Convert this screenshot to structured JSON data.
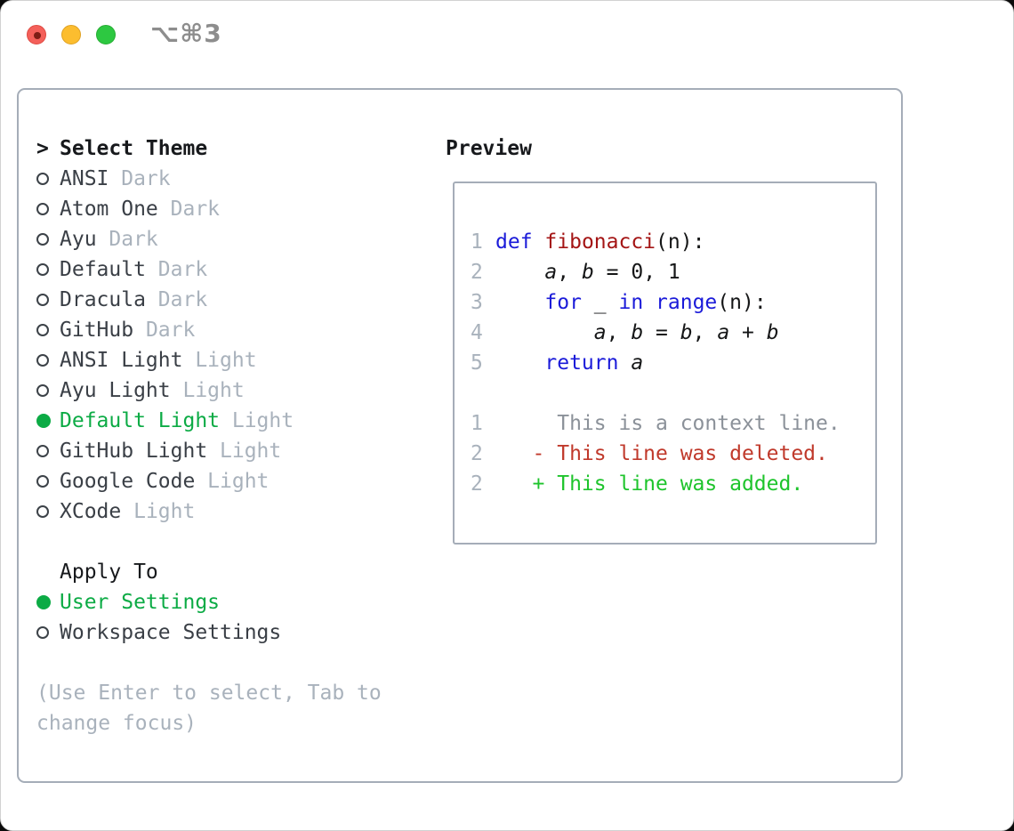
{
  "window": {
    "shortcut_label": "⌥⌘3"
  },
  "theme": {
    "caret": ">",
    "title": "Select Theme",
    "items": [
      {
        "name": "ANSI",
        "variant": "Dark"
      },
      {
        "name": "Atom One",
        "variant": "Dark"
      },
      {
        "name": "Ayu",
        "variant": "Dark"
      },
      {
        "name": "Default",
        "variant": "Dark"
      },
      {
        "name": "Dracula",
        "variant": "Dark"
      },
      {
        "name": "GitHub",
        "variant": "Dark"
      },
      {
        "name": "ANSI Light",
        "variant": "Light"
      },
      {
        "name": "Ayu Light",
        "variant": "Light"
      },
      {
        "name": "Default Light",
        "variant": "Light",
        "cls": "sel",
        "dot": "filled"
      },
      {
        "name": "GitHub Light",
        "variant": "Light"
      },
      {
        "name": "Google Code",
        "variant": "Light"
      },
      {
        "name": "XCode",
        "variant": "Light"
      }
    ]
  },
  "apply_to": {
    "title": "Apply To",
    "items": [
      {
        "label": "User Settings",
        "cls": "sel",
        "dot": "filled"
      },
      {
        "label": "Workspace Settings"
      }
    ]
  },
  "footer": {
    "hint": "(Use Enter to select, Tab to change focus)"
  },
  "preview": {
    "title": "Preview",
    "code_lines": [
      {
        "num": "1",
        "tokens": [
          {
            "t": "def",
            "c": "kw"
          },
          {
            "t": " "
          },
          {
            "t": "fibonacci",
            "c": "fn"
          },
          {
            "t": "(n):"
          }
        ]
      },
      {
        "num": "2",
        "tokens": [
          {
            "t": "    "
          },
          {
            "t": "a",
            "c": "var"
          },
          {
            "t": ", "
          },
          {
            "t": "b",
            "c": "var"
          },
          {
            "t": " = 0, 1"
          }
        ]
      },
      {
        "num": "3",
        "tokens": [
          {
            "t": "    "
          },
          {
            "t": "for",
            "c": "kw"
          },
          {
            "t": " _ "
          },
          {
            "t": "in",
            "c": "kw"
          },
          {
            "t": " "
          },
          {
            "t": "range",
            "c": "kw"
          },
          {
            "t": "(n):"
          }
        ]
      },
      {
        "num": "4",
        "tokens": [
          {
            "t": "        "
          },
          {
            "t": "a",
            "c": "var"
          },
          {
            "t": ", "
          },
          {
            "t": "b",
            "c": "var"
          },
          {
            "t": " = "
          },
          {
            "t": "b",
            "c": "var"
          },
          {
            "t": ", "
          },
          {
            "t": "a",
            "c": "var"
          },
          {
            "t": " + "
          },
          {
            "t": "b",
            "c": "var"
          }
        ]
      },
      {
        "num": "5",
        "tokens": [
          {
            "t": "    "
          },
          {
            "t": "return",
            "c": "kw"
          },
          {
            "t": " "
          },
          {
            "t": "a",
            "c": "var"
          }
        ]
      }
    ],
    "diff_lines": [
      {
        "num": "1",
        "cls": "ctx",
        "text": "     This is a context line."
      },
      {
        "num": "2",
        "cls": "del",
        "text": "   - This line was deleted."
      },
      {
        "num": "2",
        "cls": "add",
        "text": "   + This line was added."
      }
    ]
  },
  "colors": {
    "accent-green": "#0cab45",
    "diff-add": "#1ec42c",
    "diff-del": "#c0392b",
    "kw-blue": "#1b1bd9",
    "fn-red": "#a41515",
    "muted": "#a9b2bc",
    "ctx-gray": "#8b9199",
    "ink": "#17191c",
    "item-ink": "#3a3f46",
    "code-ink": "#151617",
    "panel-border": "#a5adb8",
    "light-red": "#f4605a",
    "light-yellow": "#fcbd2f",
    "light-green": "#2dc841"
  }
}
